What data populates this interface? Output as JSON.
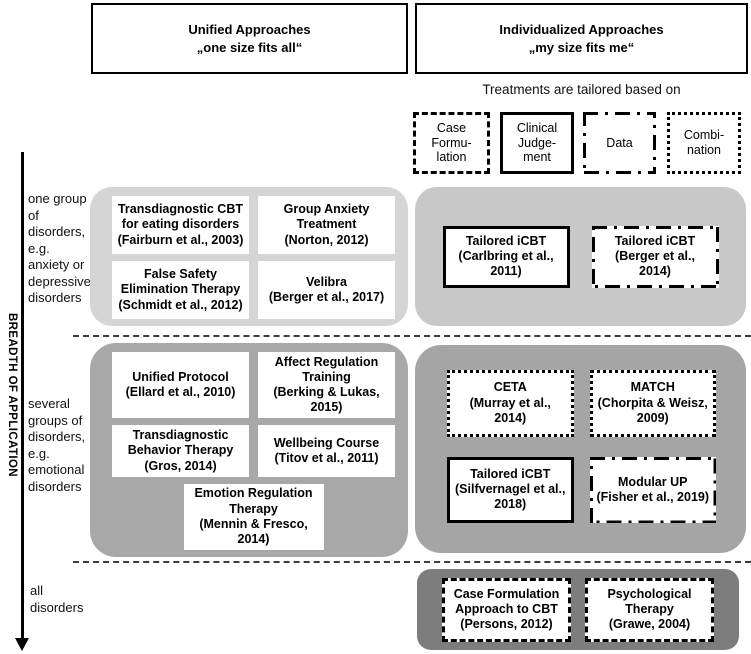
{
  "headers": {
    "unified": {
      "title": "Unified Approaches",
      "subtitle": "„one size fits all“"
    },
    "individualized": {
      "title": "Individualized Approaches",
      "subtitle": "„my size fits me“"
    }
  },
  "legend": {
    "caption": "Treatments are tailored based on",
    "items": [
      {
        "label": "Case\nFormu-\nlation",
        "border_style": "dashed"
      },
      {
        "label": "Clinical\nJudge-\nment",
        "border_style": "solid"
      },
      {
        "label": "Data",
        "border_style": "dash-dot"
      },
      {
        "label": "Combi-\nnation",
        "border_style": "dotted"
      }
    ]
  },
  "axis": {
    "label": "BREADTH OF APPLICATION"
  },
  "rows": [
    {
      "label": "one group\nof\ndisorders,\ne.g.\nanxiety or\ndepressive\ndisorders",
      "unified": [
        {
          "label": "Transdiagnostic CBT\nfor eating disorders\n(Fairburn et al., 2003)"
        },
        {
          "label": "Group Anxiety\nTreatment\n(Norton, 2012)"
        },
        {
          "label": "False Safety\nElimination Therapy\n(Schmidt et al., 2012)"
        },
        {
          "label": "Velibra\n(Berger et al., 2017)"
        }
      ],
      "individualized": [
        {
          "label": "Tailored iCBT\n(Carlbring et al.,\n2011)",
          "border_style": "solid"
        },
        {
          "label": "Tailored iCBT\n(Berger et al.,\n2014)",
          "border_style": "dash-dot"
        }
      ]
    },
    {
      "label": "several\ngroups of\ndisorders,\ne.g.\nemotional\ndisorders",
      "unified": [
        {
          "label": "Unified Protocol\n(Ellard et al., 2010)"
        },
        {
          "label": "Affect Regulation\nTraining\n(Berking & Lukas,\n2015)"
        },
        {
          "label": "Transdiagnostic\nBehavior Therapy\n(Gros, 2014)"
        },
        {
          "label": "Wellbeing Course\n(Titov et al., 2011)"
        },
        {
          "label": "Emotion Regulation\nTherapy\n(Mennin & Fresco,\n2014)"
        }
      ],
      "individualized": [
        {
          "label": "CETA\n(Murray et al.,\n2014)",
          "border_style": "dotted"
        },
        {
          "label": "MATCH\n(Chorpita & Weisz,\n2009)",
          "border_style": "dotted"
        },
        {
          "label": "Tailored iCBT\n(Silfvernagel et al.,\n2018)",
          "border_style": "solid"
        },
        {
          "label": "Modular UP\n(Fisher et al., 2019)",
          "border_style": "dash-dot"
        }
      ]
    },
    {
      "label": "all\ndisorders",
      "unified": [],
      "individualized": [
        {
          "label": "Case Formulation\nApproach to CBT\n(Persons, 2012)",
          "border_style": "dashed"
        },
        {
          "label": "Psychological\nTherapy\n(Grawe, 2004)",
          "border_style": "dashed"
        }
      ]
    }
  ],
  "colors": {
    "row1_unified_bg": "#d5d5d5",
    "row1_individualized_bg": "#c8c8c8",
    "row2_unified_bg": "#a8a8a8",
    "row2_individualized_bg": "#a5a5a5",
    "row3_bg": "#7d7d7d",
    "box_fill": "#ffffff",
    "line": "#000000"
  }
}
